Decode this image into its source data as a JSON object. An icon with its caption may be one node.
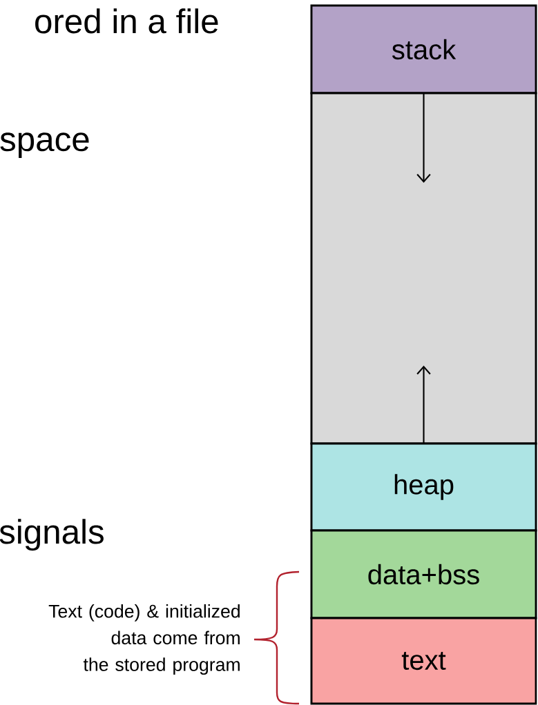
{
  "diagram": {
    "nodes": [
      {
        "text": [
          "stack"
        ]
      },
      {
        "text": [],
        "shape": "box"
      },
      {
        "text": [
          "heap"
        ]
      },
      {
        "text": [
          "data+bss"
        ]
      },
      {
        "text": [
          "text"
        ]
      }
    ],
    "edges": [
      {
        "from": 0,
        "to": 1,
        "arrow": "to"
      },
      {
        "from": 2,
        "to": 1,
        "arrow": "to"
      }
    ],
    "labels": [
      "ored in a file",
      "space",
      "signals",
      "Text (code) & initialized data come from the stored program"
    ]
  }
}
